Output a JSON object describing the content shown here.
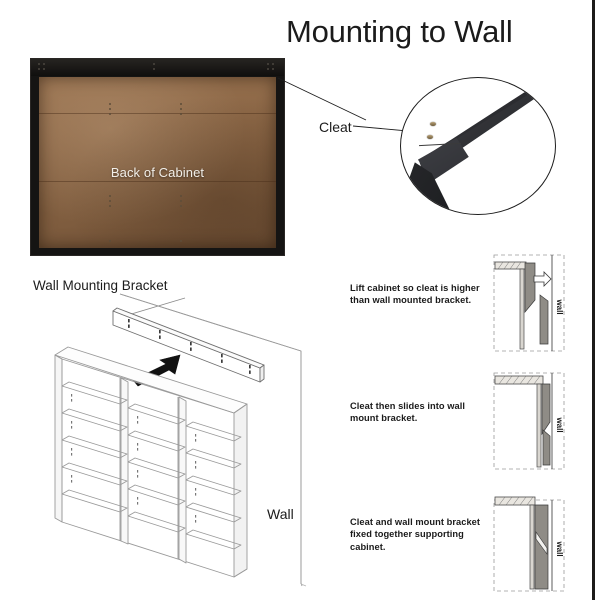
{
  "page": {
    "title": "Mounting to Wall",
    "background_color": "#ffffff",
    "edge_rule_color": "#1c1b19"
  },
  "cabinet_photo": {
    "label": "Back of Cabinet",
    "frame_color": "#151413",
    "panel_color": "#8d6847"
  },
  "callout": {
    "cleat_label": "Cleat"
  },
  "iso_diagram": {
    "bracket_label": "Wall Mounting Bracket",
    "wall_label": "Wall",
    "shelf_columns": 3,
    "shelves_per_column": 6,
    "line_color": "#8a8a8a",
    "arrow_color": "#111111"
  },
  "steps": [
    {
      "text": "Lift cabinet so cleat is higher than wall mounted bracket.",
      "figure_wall_label": "wall",
      "has_arrow": true
    },
    {
      "text": "Cleat then slides into wall mount bracket.",
      "figure_wall_label": "wall",
      "has_arrow": false
    },
    {
      "text": "Cleat and wall mount bracket fixed together supporting cabinet.",
      "figure_wall_label": "wall",
      "has_arrow": false
    }
  ]
}
